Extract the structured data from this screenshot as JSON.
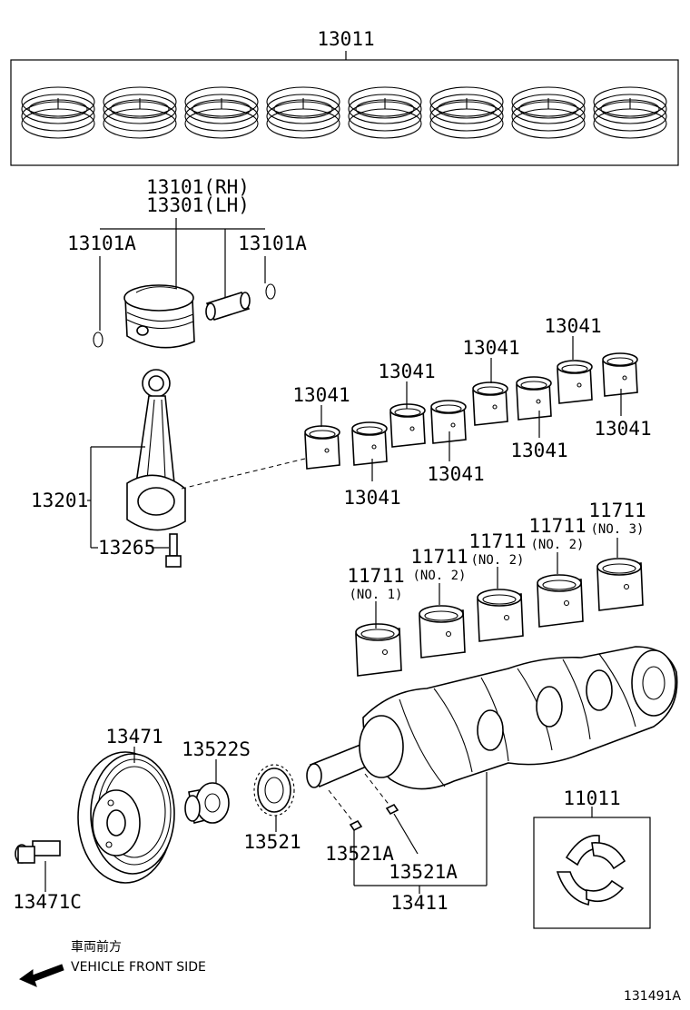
{
  "diagram": {
    "labels": {
      "piston_ring_set": "13011",
      "piston_rh": "13101(RH)",
      "piston_lh": "13301(LH)",
      "snap_ring_left": "13101A",
      "snap_ring_right": "13101A",
      "connecting_rod": "13201",
      "rod_bolt": "13265",
      "rod_bearing_1": "13041",
      "rod_bearing_2": "13041",
      "rod_bearing_3": "13041",
      "rod_bearing_4": "13041",
      "rod_bearing_5": "13041",
      "rod_bearing_6": "13041",
      "rod_bearing_7": "13041",
      "rod_bearing_8": "13041",
      "main_bearing_1": "11711",
      "main_bearing_1_note": "(NO. 1)",
      "main_bearing_2": "11711",
      "main_bearing_2_note": "(NO. 2)",
      "main_bearing_3": "11711",
      "main_bearing_3_note": "(NO. 2)",
      "main_bearing_4": "11711",
      "main_bearing_4_note": "(NO. 2)",
      "main_bearing_5": "11711",
      "main_bearing_5_note": "(NO. 3)",
      "pulley": "13471",
      "pulley_bolt": "13471C",
      "sprocket_s": "13522S",
      "sprocket": "13521",
      "key_left": "13521A",
      "key_right": "13521A",
      "crankshaft": "13411",
      "thrust_washer_set": "11011"
    },
    "direction": {
      "japanese": "車両前方",
      "english": "VEHICLE FRONT SIDE"
    },
    "illustration_id": "131491A"
  }
}
